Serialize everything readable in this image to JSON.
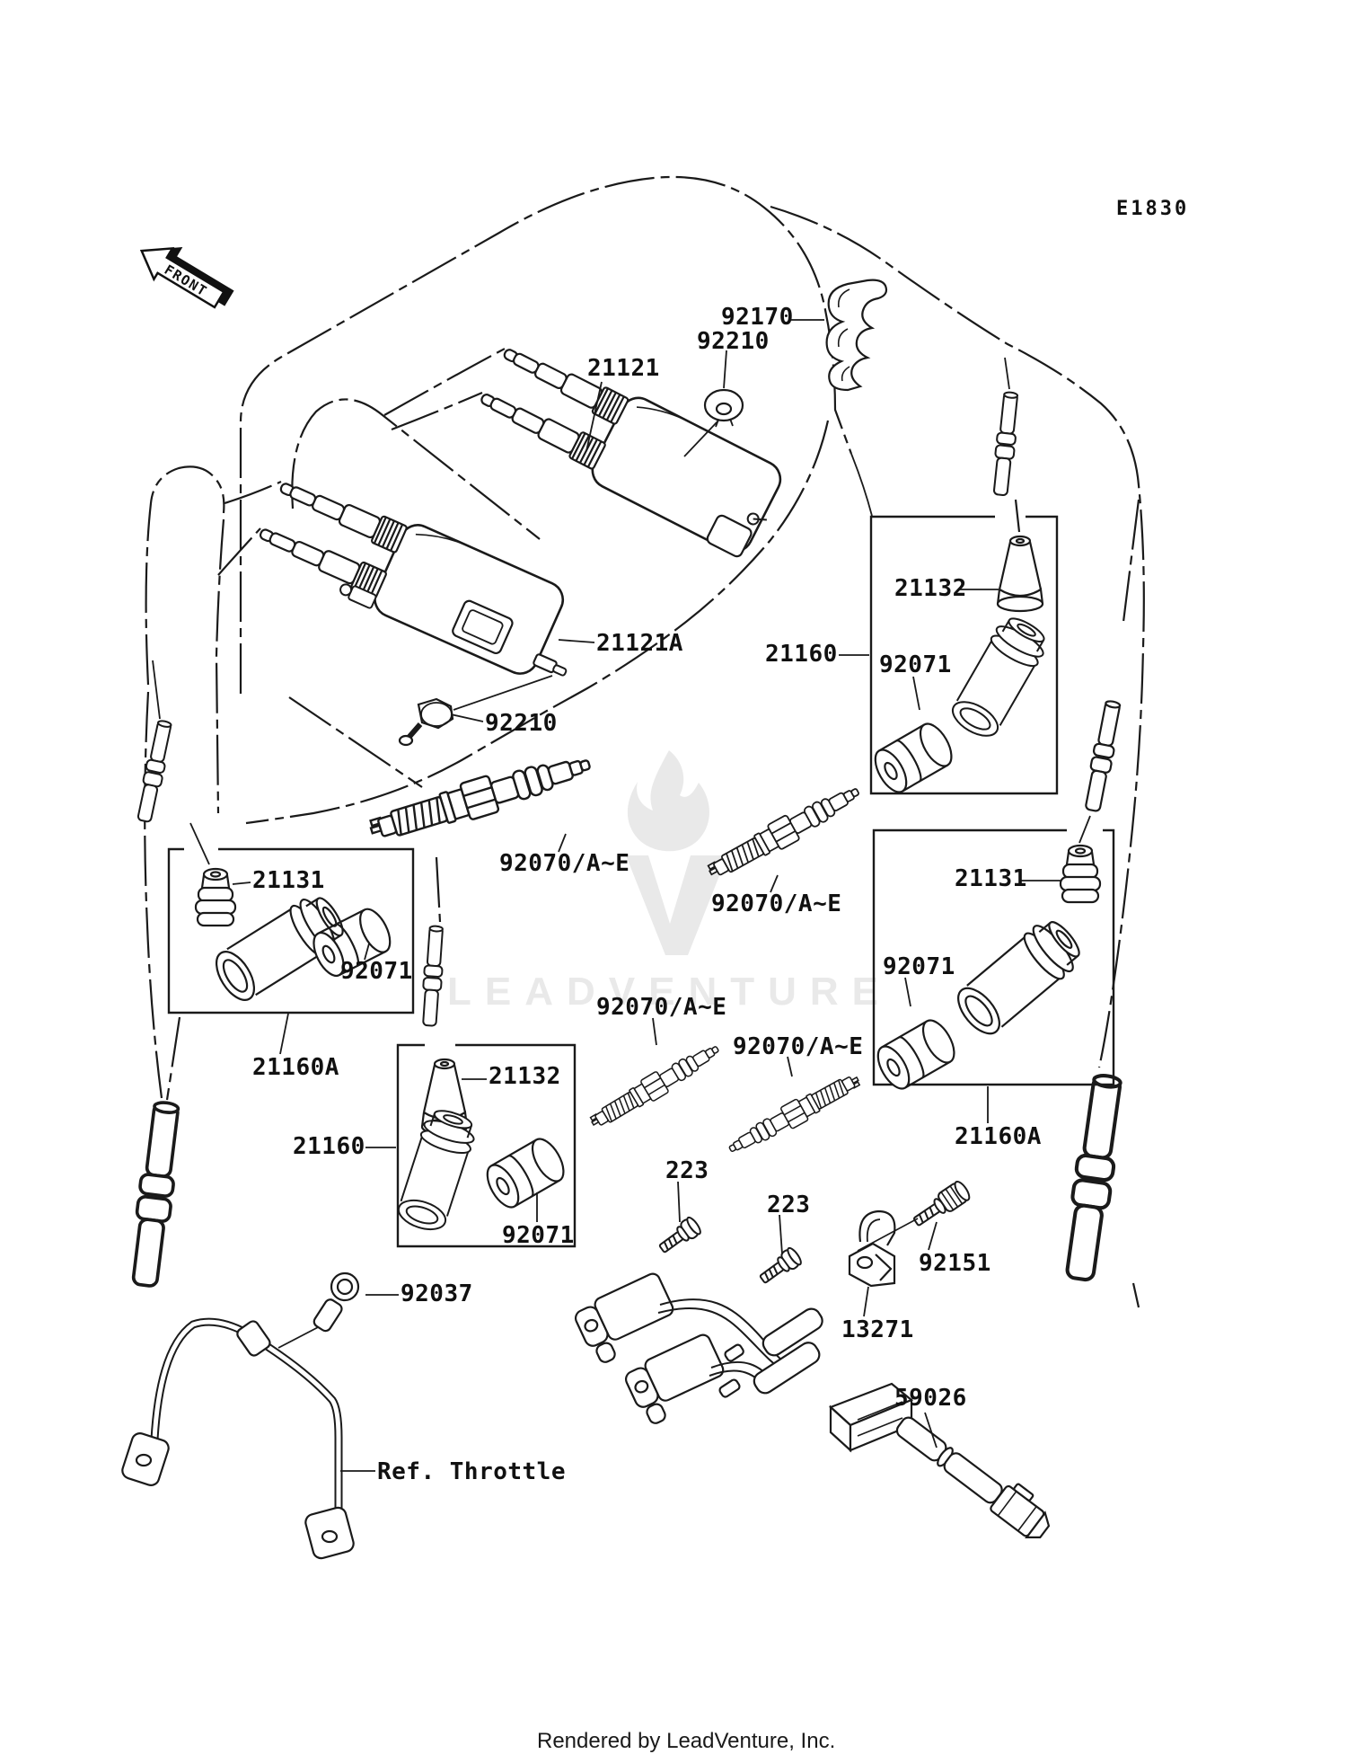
{
  "page": {
    "code": "E1830",
    "footer": "Rendered by LeadVenture, Inc."
  },
  "front_arrow": {
    "label": "FRONT"
  },
  "watermark": {
    "text": "LEADVENTURE"
  },
  "colors": {
    "line": "#1a1a1a",
    "paper": "#ffffff",
    "watermark": "#e9e9e9"
  },
  "labels": [
    {
      "id": "diagram-code",
      "text": "E1830"
    },
    {
      "id": "92170",
      "text": "92170"
    },
    {
      "id": "92210-top",
      "text": "92210"
    },
    {
      "id": "21121",
      "text": "21121"
    },
    {
      "id": "21132-right",
      "text": "21132"
    },
    {
      "id": "21160-right",
      "text": "21160"
    },
    {
      "id": "92071-right-1",
      "text": "92071"
    },
    {
      "id": "21121A",
      "text": "21121A"
    },
    {
      "id": "92210-mid",
      "text": "92210"
    },
    {
      "id": "21131-left",
      "text": "21131"
    },
    {
      "id": "92070-1",
      "text": "92070/A~E"
    },
    {
      "id": "21131-right",
      "text": "21131"
    },
    {
      "id": "92070-2",
      "text": "92070/A~E"
    },
    {
      "id": "92071-left",
      "text": "92071"
    },
    {
      "id": "92071-right-2",
      "text": "92071"
    },
    {
      "id": "92070-3",
      "text": "92070/A~E"
    },
    {
      "id": "92070-4",
      "text": "92070/A~E"
    },
    {
      "id": "21160A-left",
      "text": "21160A"
    },
    {
      "id": "21132-mid",
      "text": "21132"
    },
    {
      "id": "21160-mid",
      "text": "21160"
    },
    {
      "id": "21160A-right",
      "text": "21160A"
    },
    {
      "id": "92071-mid",
      "text": "92071"
    },
    {
      "id": "223-a",
      "text": "223"
    },
    {
      "id": "223-b",
      "text": "223"
    },
    {
      "id": "92151",
      "text": "92151"
    },
    {
      "id": "13271",
      "text": "13271"
    },
    {
      "id": "92037",
      "text": "92037"
    },
    {
      "id": "59026",
      "text": "59026"
    },
    {
      "id": "ref-throttle",
      "text": "Ref. Throttle"
    }
  ]
}
